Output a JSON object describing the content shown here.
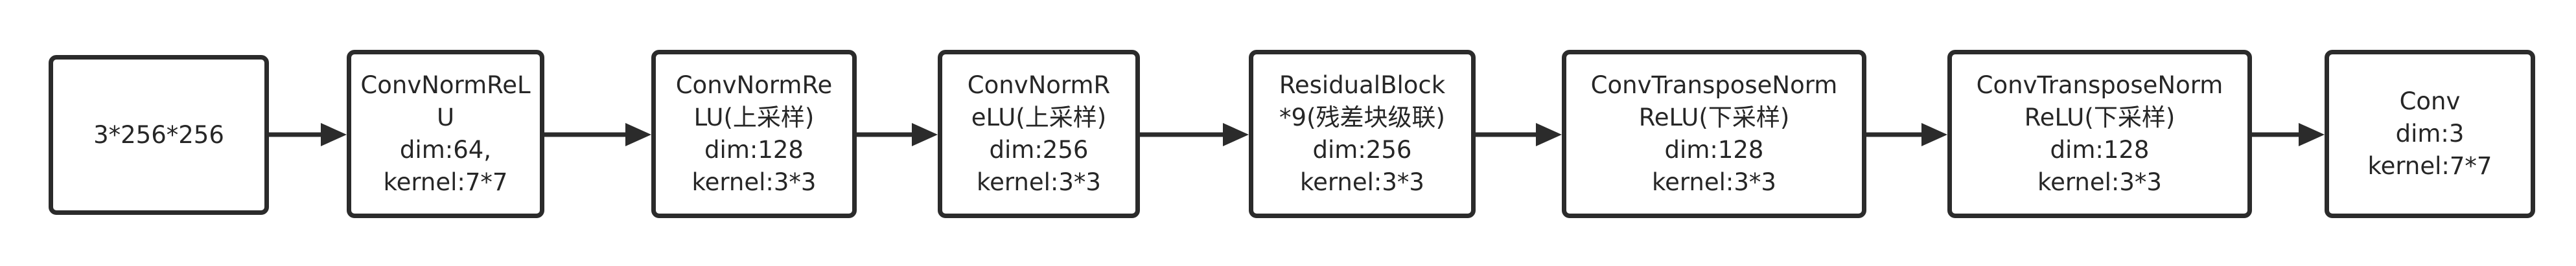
{
  "diagram": {
    "colors": {
      "stroke": "#2b2b2b",
      "text": "#262626",
      "background": "#ffffff"
    },
    "nodes": [
      {
        "id": "input",
        "label": "3*256*256"
      },
      {
        "id": "conv1",
        "label": "ConvNormReL\nU\ndim:64,\nkernel:7*7"
      },
      {
        "id": "conv2",
        "label": "ConvNormRe\nLU(上采样)\ndim:128\nkernel:3*3"
      },
      {
        "id": "conv3",
        "label": "ConvNormR\neLU(上采样)\ndim:256\nkernel:3*3"
      },
      {
        "id": "residual",
        "label": "ResidualBlock\n*9(残差块级联)\ndim:256\nkernel:3*3"
      },
      {
        "id": "deconv1",
        "label": "ConvTransposeNorm\nReLU(下采样)\ndim:128\nkernel:3*3"
      },
      {
        "id": "deconv2",
        "label": "ConvTransposeNorm\nReLU(下采样)\ndim:128\nkernel:3*3"
      },
      {
        "id": "output",
        "label": "Conv\ndim:3\nkernel:7*7"
      }
    ],
    "edges": [
      {
        "from": "input",
        "to": "conv1"
      },
      {
        "from": "conv1",
        "to": "conv2"
      },
      {
        "from": "conv2",
        "to": "conv3"
      },
      {
        "from": "conv3",
        "to": "residual"
      },
      {
        "from": "residual",
        "to": "deconv1"
      },
      {
        "from": "deconv1",
        "to": "deconv2"
      },
      {
        "from": "deconv2",
        "to": "output"
      }
    ]
  }
}
